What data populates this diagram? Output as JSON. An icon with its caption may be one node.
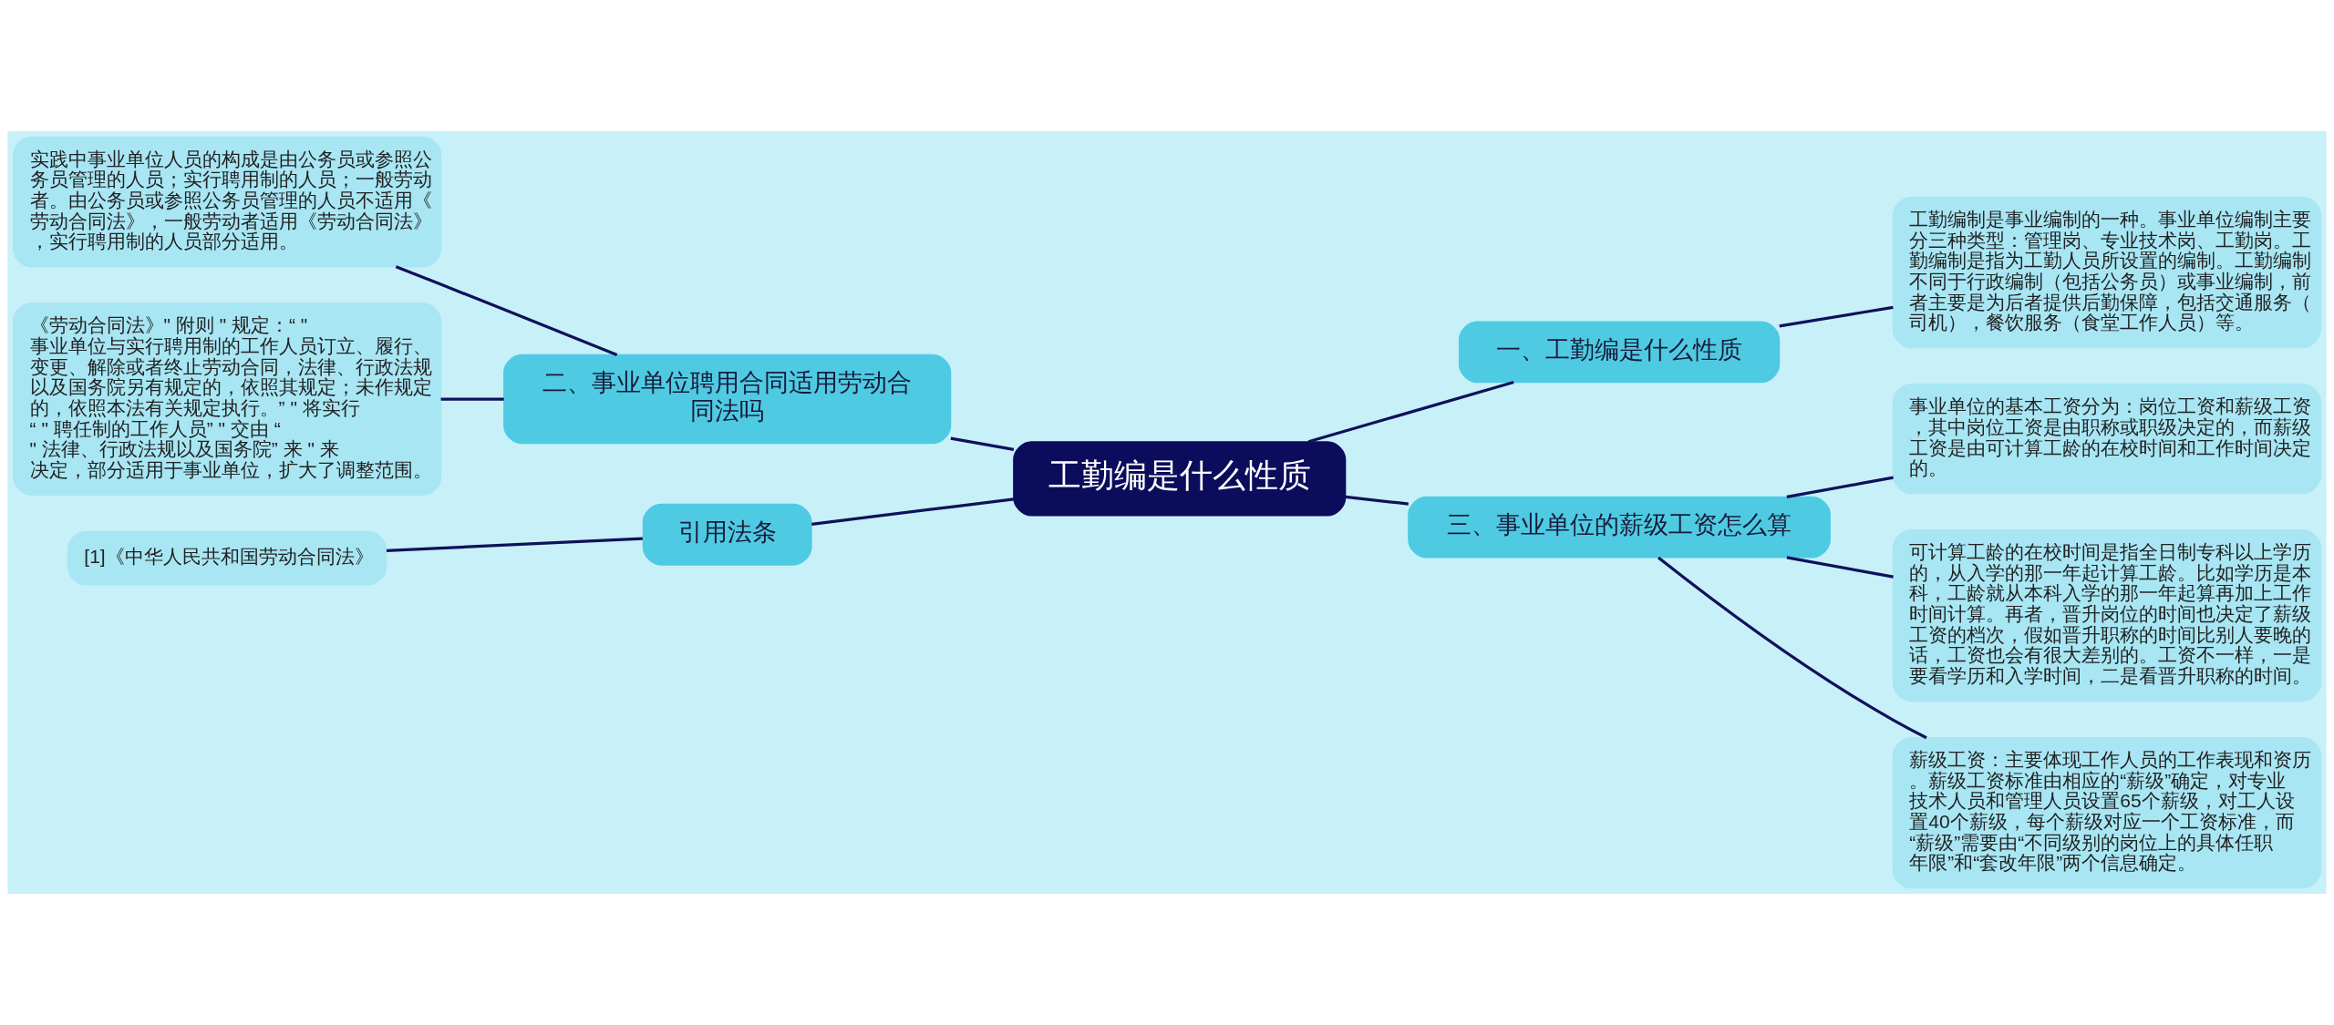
{
  "diagram": {
    "nodes": [
      {
        "text": [
          "工勤编是什么性质"
        ]
      },
      {
        "text": [
          "一、工勤编是什么性质"
        ]
      },
      {
        "text": [
          "工勤编制是事业编制的一种。事业单位编制主要分三种类型：管理岗、专业技术岗、工勤岗。工勤编制是指为工勤人员所设置的编制。工勤编制不同于行政编制（包括公务员）或事业编制，前者主要是为后者提供后勤保障，包括交通服务（司机），餐饮服务（食堂工作人员）等。"
        ]
      },
      {
        "text": [
          "三、事业单位的薪级工资怎么算"
        ]
      },
      {
        "text": [
          "事业单位的基本工资分为：岗位工资和薪级工资，其中岗位工资是由职称或职级决定的，而薪级工资是由可计算工龄的在校时间和工作时间决定的。"
        ]
      },
      {
        "text": [
          "可计算工龄的在校时间是指全日制专科以上学历的，从入学的那一年起计算工龄。比如学历是本科，工龄就从本科入学的那一年起算再加上工作时间计算。再者，晋升岗位的时间也决定了薪级工资的档次，假如晋升职称的时间比别人要晚的话，工资也会有很大差别的。工资不一样，一是要看学历和入学时间，二是看晋升职称的时间。"
        ]
      },
      {
        "text": [
          "薪级工资：主要体现工作人员的工作表现和资历。薪级工资标准由相应的“薪级”确定，对专业技术人员和管理人员设置65个薪级，对工人设置40个薪级，每个薪级对应一个工资标准，而“薪级”需要由“不同级别的岗位上的具体任职年限”和“套改年限”两个信息确定。"
        ]
      },
      {
        "text": [
          "二、事业单位聘用合同适用劳动合同法吗"
        ]
      },
      {
        "text": [
          "实践中事业单位人员的构成是由公务员或参照公务员管理的人员；实行聘用制的人员；一般劳动者。由公务员或参照公务员管理的人员不适用《劳动合同法》，一般劳动者适用《劳动合同法》，实行聘用制的人员部分适用。"
        ]
      },
      {
        "text": [
          "《劳动合同法》\" 附则 \" 规定：“ \" 事业单位与实行聘用制的工作人员订立、履行、变更、解除或者终止劳动合同，法律、行政法规以及国务院另有规定的，依照其规定；未作规定的，依照本法有关规定执行。” \" 将实行 “ \" 聘任制的工作人员” \" 交由 “ \" 法律、行政法规以及国务院” 来 \" 来决定，部分适用于事业单位，扩大了调整范围。"
        ]
      },
      {
        "text": [
          "引用法条"
        ]
      },
      {
        "text": [
          "[1]《中华人民共和国劳动合同法》"
        ]
      }
    ],
    "edges": [
      {
        "from": 0,
        "to": 1,
        "arrow": "none"
      },
      {
        "from": 1,
        "to": 2,
        "arrow": "none"
      },
      {
        "from": 0,
        "to": 3,
        "arrow": "none"
      },
      {
        "from": 3,
        "to": 4,
        "arrow": "none"
      },
      {
        "from": 3,
        "to": 5,
        "arrow": "none"
      },
      {
        "from": 3,
        "to": 6,
        "arrow": "none"
      },
      {
        "from": 0,
        "to": 7,
        "arrow": "none"
      },
      {
        "from": 7,
        "to": 8,
        "arrow": "none"
      },
      {
        "from": 7,
        "to": 9,
        "arrow": "none"
      },
      {
        "from": 0,
        "to": 10,
        "arrow": "none"
      },
      {
        "from": 10,
        "to": 11,
        "arrow": "none"
      }
    ]
  }
}
